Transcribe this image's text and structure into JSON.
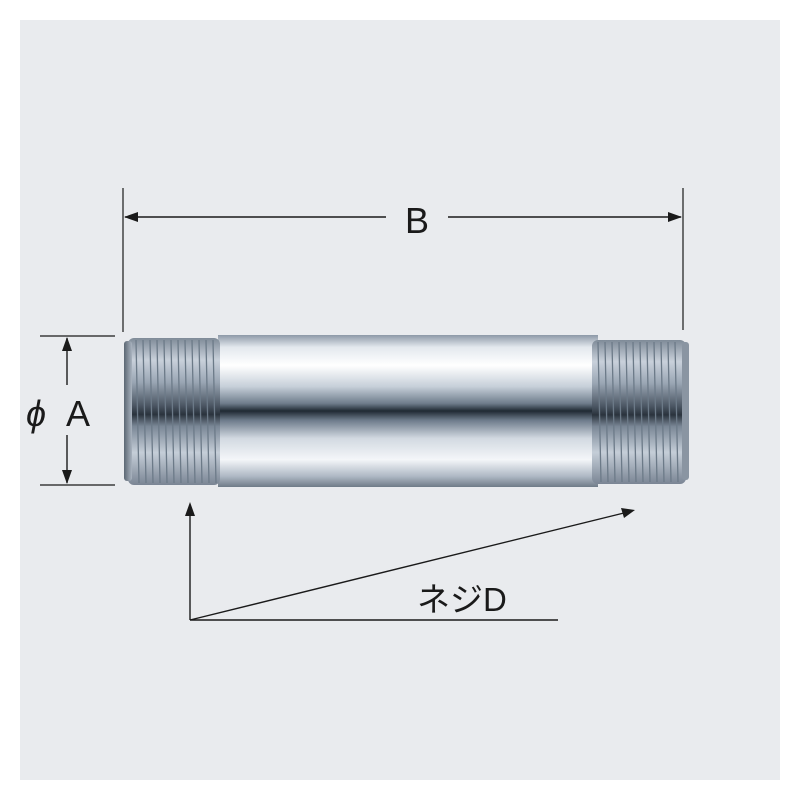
{
  "figure": {
    "background": "#e9ebee",
    "labels": {
      "length": "B",
      "diameter_symbol": "ϕ",
      "diameter_letter": "A",
      "thread": "ネジD"
    },
    "part": "chrome-threaded-pipe-nipple"
  }
}
